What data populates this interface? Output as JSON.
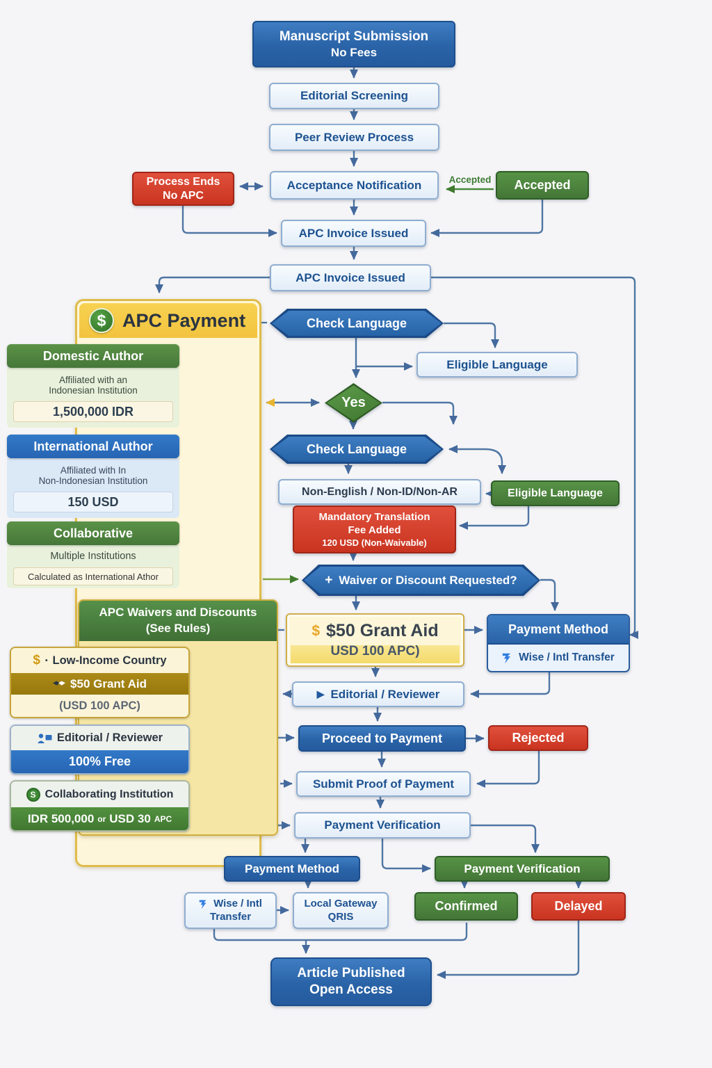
{
  "colors": {
    "accent_blue": "#2a63a7",
    "light_blue_fill": "#e9f2fb",
    "green": "#447637",
    "red": "#c93420",
    "panel_gold": "#f6cf4b",
    "arrow": "#4f76a4"
  },
  "flow": {
    "manuscript": {
      "line1": "Manuscript Submission",
      "line2": "No Fees"
    },
    "editorial_screening": "Editorial Screening",
    "peer_review": "Peer Review Process",
    "acceptance": "Acceptance Notification",
    "process_ends": {
      "line1": "Process Ends",
      "line2": "No APC"
    },
    "accepted": "Accepted",
    "accepted_edge": "Accepted",
    "apc_invoice_1": "APC Invoice Issued",
    "apc_invoice_2": "APC Invoice Issued",
    "check_language_1": "Check Language",
    "eligible_language_1": "Eligible Language",
    "yes": "Yes",
    "check_language_2": "Check Language",
    "non_eligible": "Non-English / Non-ID/Non-AR",
    "eligible_language_2": "Eligible Language",
    "translation_fee": {
      "line1": "Mandatory Translation",
      "line2": "Fee Added",
      "line3": "120 USD (Non-Waivable)"
    },
    "waiver_plus": "+",
    "waiver_question": "Waiver or Discount Requested?",
    "grant_aid": {
      "dollar": "$",
      "title": "$50 Grant Aid",
      "subtitle": "USD 100 APC)"
    },
    "payment_method_right": {
      "title": "Payment Method",
      "option": "Wise / Intl Transfer"
    },
    "play": "▶",
    "editorial_reviewer": "Editorial / Reviewer",
    "proceed": "Proceed to Payment",
    "rejected": "Rejected",
    "submit_proof": "Submit Proof of Payment",
    "payment_verification": "Payment Verification",
    "payment_method_bottom": "Payment Method",
    "payment_verification_green": "Payment Verification",
    "wise": {
      "line1": "Wise / Intl",
      "line2": "Transfer"
    },
    "local_gateway": {
      "line1": "Local Gateway",
      "line2": "QRIS"
    },
    "confirmed": "Confirmed",
    "delayed": "Delayed",
    "article": {
      "line1": "Article Published",
      "line2": "Open Access"
    }
  },
  "apc_panel": {
    "dollar": "$",
    "title": "APC Payment",
    "domestic": {
      "header": "Domestic Author",
      "desc1": "Affiliated with an",
      "desc2": "Indonesian Institution",
      "amount": "1,500,000 IDR"
    },
    "international": {
      "header": "International Author",
      "desc1": "Affiliated with In",
      "desc2": "Non-Indonesian Institution",
      "amount": "150 USD"
    },
    "collaborative": {
      "header": "Collaborative",
      "desc1": "Multiple Institutions",
      "amount": "Calculated as International Athor"
    }
  },
  "waiver_panel": {
    "title1": "APC Waivers and Discounts",
    "title2": "(See Rules)",
    "low_income": {
      "dollar": "$",
      "bullet": "•",
      "label": "Low-Income Country",
      "benefit": "$50 Grant Aid",
      "note": "(USD 100 APC)"
    },
    "editorial": {
      "label": "Editorial / Reviewer",
      "benefit": "100% Free"
    },
    "collaborating": {
      "icon": "S",
      "label": "Collaborating Institution",
      "amount_pre": "IDR 500,000",
      "amount_or": "or",
      "amount_post": "USD 30",
      "amount_unit": "APC"
    }
  }
}
